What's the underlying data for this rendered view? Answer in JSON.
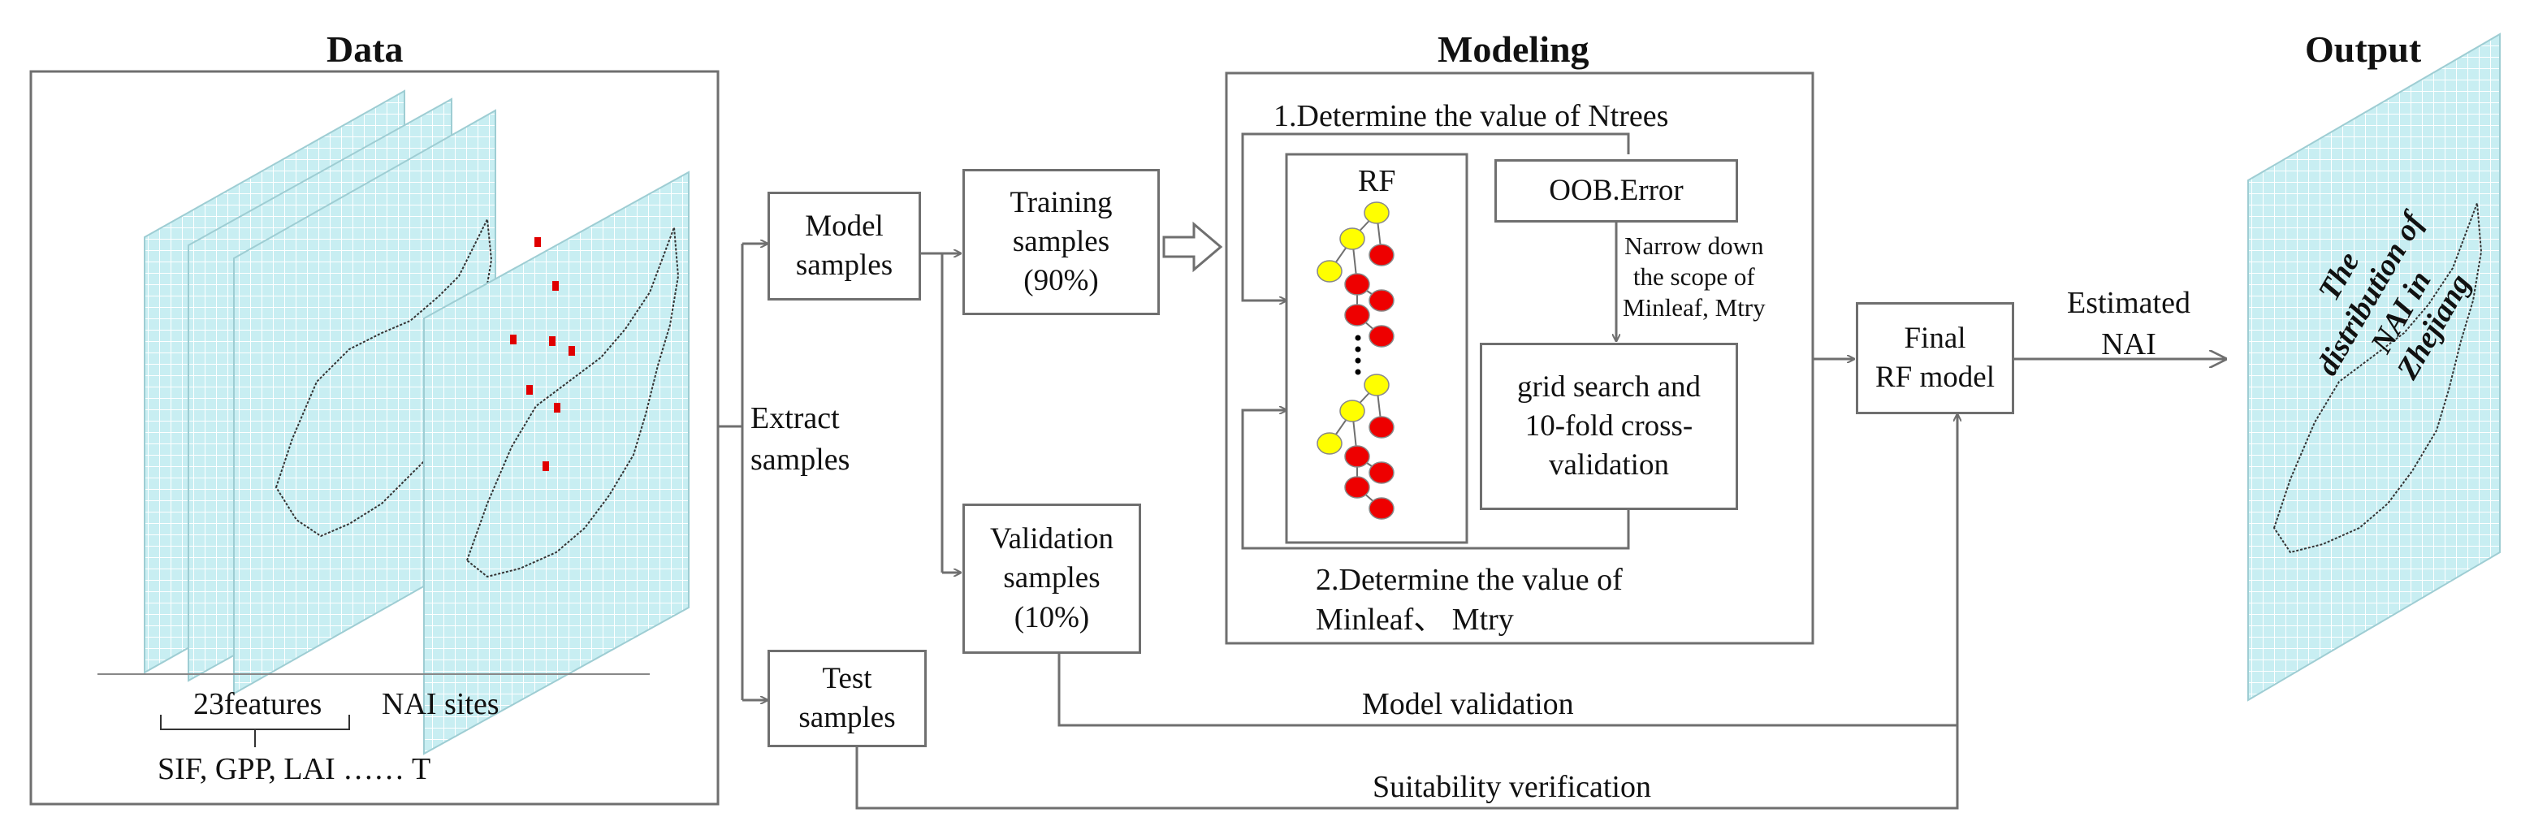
{
  "headings": {
    "data": "Data",
    "modeling": "Modeling",
    "output": "Output"
  },
  "data_panel": {
    "features_label": "23features",
    "sites_label": "NAI sites",
    "feature_list": "SIF, GPP, LAI …… T"
  },
  "steps": {
    "extract_samples": [
      "Extract",
      "samples"
    ],
    "model_samples": [
      "Model",
      "samples"
    ],
    "training_samples": [
      "Training",
      "samples",
      "(90%)"
    ],
    "validation_samples": [
      "Validation",
      "samples",
      "(10%)"
    ],
    "test_samples": [
      "Test",
      "samples"
    ]
  },
  "modeling": {
    "step1": "1.Determine the value of Ntrees",
    "step2_line1": "2.Determine the value of",
    "step2_line2": "Minleaf、 Mtry",
    "rf_label": "RF",
    "oob_error": "OOB.Error",
    "narrow_note": [
      "Narrow down",
      "the scope of",
      "Minleaf, Mtry"
    ],
    "grid_search": [
      "grid search and",
      "10-fold cross-",
      "validation"
    ]
  },
  "final_model": [
    "Final",
    "RF model"
  ],
  "estimated_nai": [
    "Estimated",
    "NAI"
  ],
  "output_map_title": [
    "The",
    "distribution of",
    "NAI in",
    "Zhejiang"
  ],
  "flows": {
    "model_validation": "Model validation",
    "suitability_verification": "Suitability verification"
  },
  "colors": {
    "grid_fill": "#c8eef2",
    "grid_line": "#ffffff",
    "node_yellow": "#ffff00",
    "node_red": "#ee0000",
    "site_marker": "#e00000",
    "line": "#6f6f6f"
  }
}
